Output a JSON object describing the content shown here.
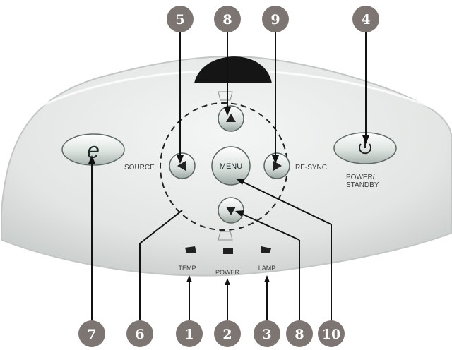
{
  "panel": {
    "labels": {
      "source": "SOURCE",
      "resync": "RE-SYNC",
      "menu": "MENU",
      "power_line1": "POWER/",
      "power_line2": "STANDBY",
      "temp": "TEMP",
      "power_led": "POWER",
      "lamp": "LAMP",
      "e_key": "e"
    },
    "icons": {
      "up": "triangle-up-icon",
      "down": "triangle-down-icon",
      "left": "triangle-left-icon",
      "right": "triangle-right-icon",
      "power": "power-icon"
    }
  },
  "callouts": {
    "c1": "1",
    "c2": "2",
    "c3": "3",
    "c4": "4",
    "c5": "5",
    "c6": "6",
    "c7": "7",
    "c8_top": "8",
    "c8_bottom": "8",
    "c9": "9",
    "c10": "10"
  },
  "colors": {
    "callout_fill": "#7d7571",
    "panel_fill": "#e4e7e5",
    "button_fill": "#dfe6e2",
    "leader": "#111111"
  }
}
